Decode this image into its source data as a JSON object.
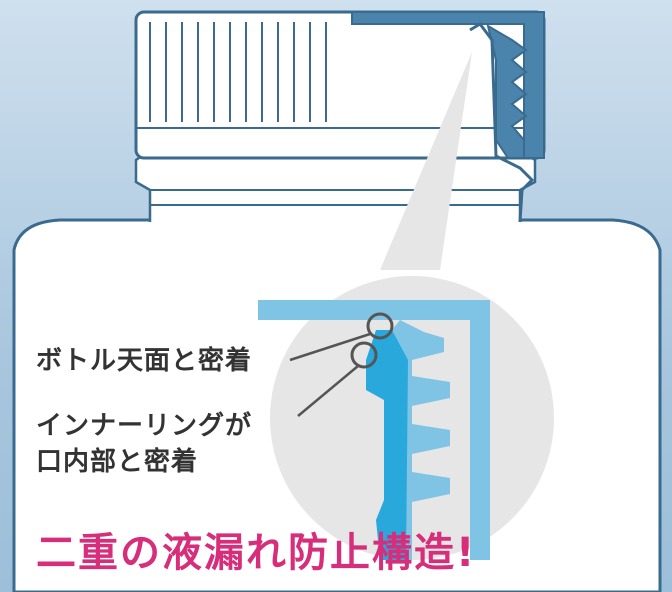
{
  "callouts": [
    {
      "text": "ボトル天面と密着"
    },
    {
      "line1": "インナーリングが",
      "line2": "口内部と密着"
    }
  ],
  "headline": "二重の液漏れ防止構造!",
  "colors": {
    "background": "#b7d0e5",
    "bottle_body": "#ffffff",
    "outline": "#3a6b8e",
    "cap_section": "#4a84ad",
    "magnifier": "#e6e6e6",
    "cap_blue": "#29a8dc",
    "cap_light": "#7fc4e4",
    "headline": "#d62e7a",
    "label_text": "#333333"
  }
}
